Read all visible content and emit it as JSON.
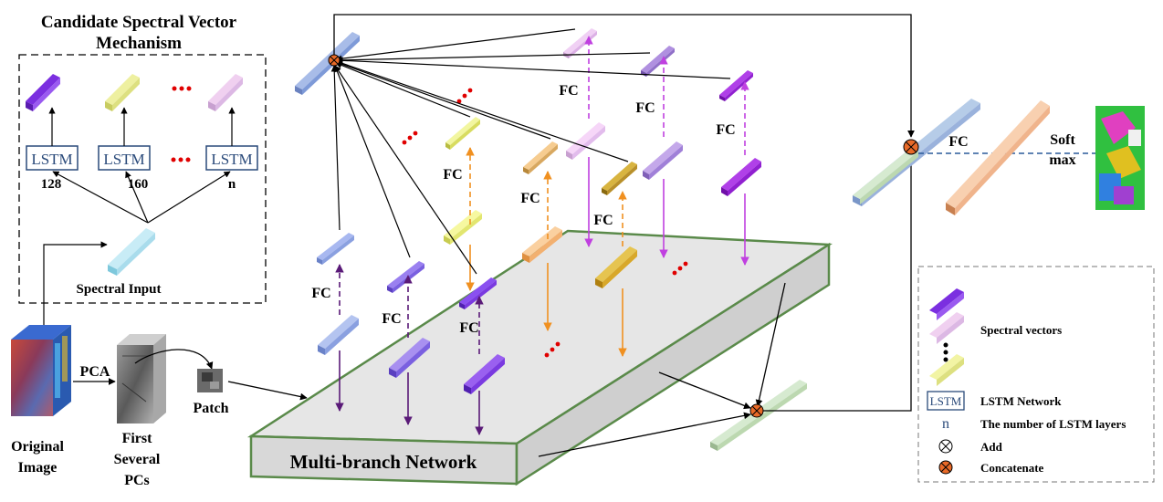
{
  "candidate": {
    "title_line1": "Candidate Spectral Vector",
    "title_line2": "Mechanism",
    "lstm_label": "LSTM",
    "layers": [
      "128",
      "160",
      "n"
    ],
    "spectral_input": "Spectral Input"
  },
  "left": {
    "pca": "PCA",
    "patch": "Patch",
    "original_line1": "Original",
    "original_line2": "Image",
    "pcs_line1": "First",
    "pcs_line2": "Several",
    "pcs_line3": "PCs"
  },
  "network": {
    "fc": "FC",
    "multi_branch": "Multi-branch Network"
  },
  "right": {
    "fc": "FC",
    "softmax_line1": "Soft",
    "softmax_line2": "max"
  },
  "legend": {
    "spectral_vectors": "Spectral vectors",
    "lstm_symbol": "LSTM",
    "lstm_network": "LSTM Network",
    "n_symbol": "n",
    "n_desc": "The number of LSTM layers",
    "add": "Add",
    "concatenate": "Concatenate"
  },
  "colors": {
    "purple": "#7b2fe0",
    "yellow": "#e6ea80",
    "pink": "#dcb0e6",
    "blue": "#7ea0d8",
    "cyan": "#a9dcec",
    "orange": "#f2b070",
    "gold": "#d9a82a",
    "green": "#bcd8b0",
    "salmon": "#f0b48c",
    "concat": "#e86a28",
    "lstm_border": "#2a4a7a"
  }
}
